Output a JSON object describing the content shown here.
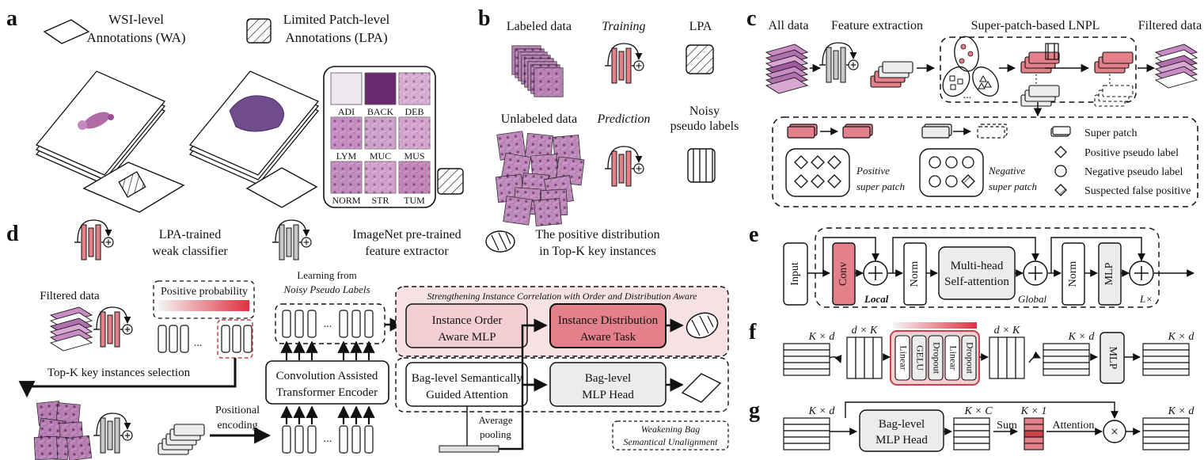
{
  "panel_letters": {
    "a": "a",
    "b": "b",
    "c": "c",
    "d": "d",
    "e": "e",
    "f": "f",
    "g": "g"
  },
  "colors": {
    "pink": "#e48089",
    "pink_dark": "#c8414c",
    "pink_light": "#f3cfd3",
    "pink_bg": "#f6e2e4",
    "tissue": "#a2588f",
    "gray": "#bdbdbd",
    "gray_light": "#ececec"
  },
  "panel_a": {
    "wa_line1": "WSI-level",
    "wa_line2": "Annotations (WA)",
    "lpa_line1": "Limited Patch-level",
    "lpa_line2": "Annotations (LPA)",
    "tissue_classes": [
      "ADI",
      "BACK",
      "DEB",
      "LYM",
      "MUC",
      "MUS",
      "NORM",
      "STR",
      "TUM"
    ]
  },
  "panel_b": {
    "labeled": "Labeled data",
    "training": "Training",
    "lpa": "LPA",
    "unlabeled": "Unlabeled data",
    "prediction": "Prediction",
    "noisy1": "Noisy",
    "noisy2": "pseudo labels"
  },
  "panel_c": {
    "all_data": "All data",
    "feature_extraction": "Feature extraction",
    "lnpl": "Super-patch-based LNPL",
    "filtered": "Filtered data",
    "dots": "...",
    "vdots": "⋮",
    "positive_sp1": "Positive",
    "positive_sp2": "super patch",
    "negative_sp1": "Negative",
    "negative_sp2": "super patch",
    "legend": [
      "Super patch",
      "Positive pseudo label",
      "Negative pseudo label",
      "Suspected false positive"
    ]
  },
  "panel_d": {
    "legend_lpa1": "LPA-trained",
    "legend_lpa2": "weak classifier",
    "legend_in1": "ImageNet pre-trained",
    "legend_in2": "feature extractor",
    "legend_pos1": "The positive distribution",
    "legend_pos2": "in Top-K key instances",
    "filtered": "Filtered data",
    "pos_prob": "Positive probability",
    "learn1": "Learning from",
    "learn2": "Noisy Pseudo Labels",
    "strength": "Strengthening Instance Correlation with Order and Distribution Aware",
    "iomlp1": "Instance Order",
    "iomlp2": "Aware MLP",
    "idat1": "Instance Distribution",
    "idat2": "Aware Task",
    "cate1": "Convolution Assisted",
    "cate2": "Transformer Encoder",
    "bsga1": "Bag-level Semantically",
    "bsga2": "Guided Attention",
    "mlphead1": "Bag-level",
    "mlphead2": "MLP Head",
    "topk": "Top-K key instances selection",
    "pos_enc1": "Positional",
    "pos_enc2": "encoding",
    "avg1": "Average",
    "avg2": "pooling",
    "weak1": "Weakening Bag",
    "weak2": "Semantical Unalignment",
    "dots": "..."
  },
  "panel_e": {
    "input": "Input",
    "conv": "Conv",
    "norm": "Norm",
    "mhsa1": "Multi-head",
    "mhsa2": "Self-attention",
    "mlp": "MLP",
    "local": "Local",
    "global": "Global",
    "lx": "L×"
  },
  "panel_f": {
    "k_d": "K × d",
    "d_k": "d × K",
    "mlp": "MLP",
    "layers": [
      "Linear",
      "GELU",
      "Dropout",
      "Linear",
      "Dropout"
    ]
  },
  "panel_g": {
    "k_d": "K × d",
    "k_c": "K × C",
    "k_1": "K × 1",
    "mlphead1": "Bag-level",
    "mlphead2": "MLP Head",
    "sum": "Sum",
    "attention": "Attention",
    "times": "×"
  }
}
